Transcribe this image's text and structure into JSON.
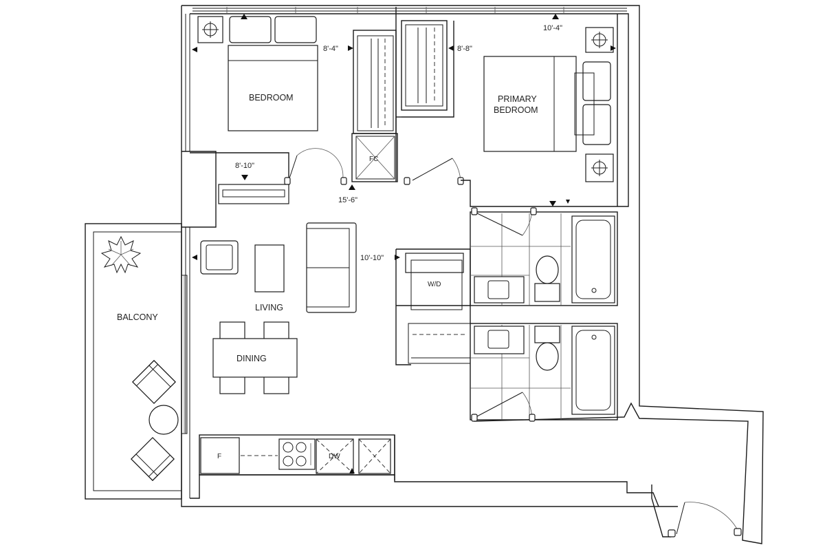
{
  "rooms": {
    "bedroom": "BEDROOM",
    "primary_bedroom_line1": "PRIMARY",
    "primary_bedroom_line2": "BEDROOM",
    "living": "LIVING",
    "dining": "DINING",
    "balcony": "BALCONY"
  },
  "fixtures": {
    "fc": "FC",
    "wd": "W/D",
    "fridge": "F",
    "dw": "DW"
  },
  "dimensions": {
    "bedroom_width": "8'-4\"",
    "primary_closet": "8'-8\"",
    "primary_width": "10'-4\"",
    "bedroom_depth": "8'-10\"",
    "hall": "15'-6\"",
    "living_width": "10'-10\""
  }
}
